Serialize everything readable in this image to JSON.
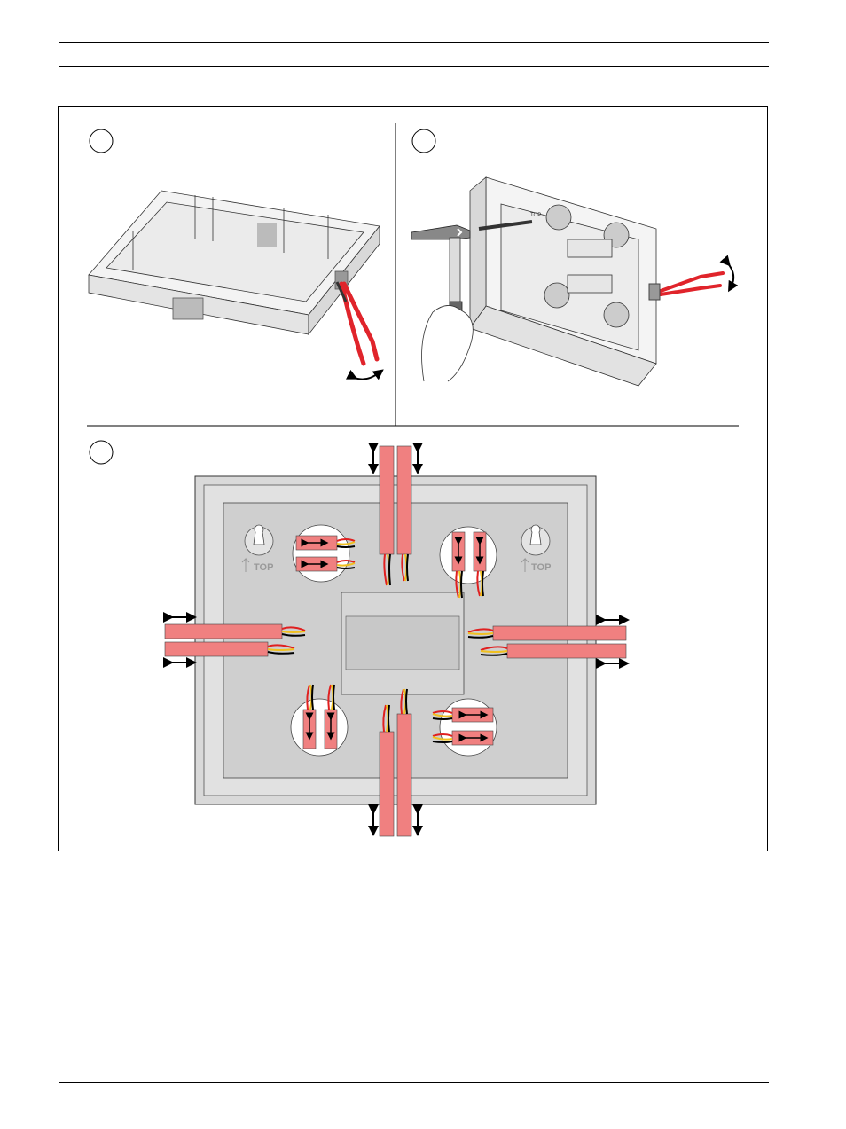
{
  "page": {
    "figure": {
      "steps": [
        {
          "number": "",
          "tool": "pliers"
        },
        {
          "number": "",
          "tool": "hammer-and-screwdriver"
        },
        {
          "number": "",
          "tool": "cable-entries"
        }
      ],
      "top_labels": [
        "TOP",
        "TOP"
      ]
    }
  },
  "colors": {
    "cable": "#f08080",
    "pliers_handle": "#e0242b",
    "wire_red": "#e02020",
    "wire_yellow": "#f0c020",
    "wire_black": "#000000",
    "housing": "#d9d9d9",
    "housing_inner": "#cfcfcf"
  },
  "icons": [
    "double-arrow-icon",
    "keyhole-icon",
    "pliers-icon",
    "hammer-icon",
    "screwdriver-icon",
    "hand-icon"
  ]
}
